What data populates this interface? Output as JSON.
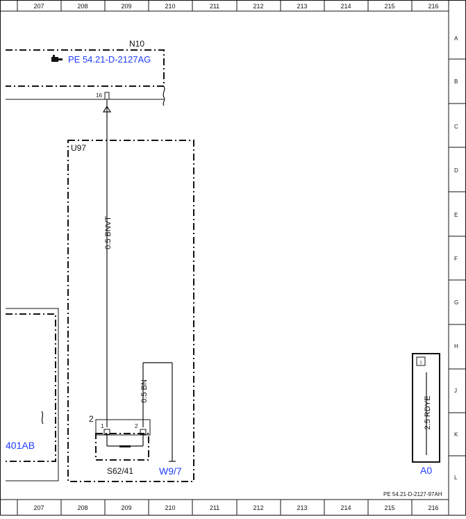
{
  "grid": {
    "columns": [
      "207",
      "208",
      "209",
      "210",
      "211",
      "212",
      "213",
      "214",
      "215",
      "216"
    ],
    "rows": [
      "A",
      "B",
      "C",
      "D",
      "E",
      "F",
      "G",
      "H",
      "J",
      "K",
      "L"
    ]
  },
  "components": {
    "n10": {
      "label": "N10",
      "link": "PE 54.21-D-2127AG",
      "pin": "16"
    },
    "u97": {
      "label": "U97"
    },
    "s62_41": {
      "label": "S62/41",
      "pin_group": "2",
      "pin_1": "1",
      "pin_2": "2"
    },
    "w9_7": {
      "label": "W9/7"
    },
    "left_partial": {
      "label": "401AB"
    },
    "a0": {
      "label": "A0",
      "info": "i"
    }
  },
  "wires": {
    "bnvt": "0.5 BNVT",
    "bn": "0.5 BN",
    "rdye": "2.5 RDYE"
  },
  "footer": {
    "doc_ref": "PE 54.21-D-2127-97AH"
  },
  "colors": {
    "line": "#111111",
    "link": "#1f3cff",
    "background": "#ffffff"
  },
  "icons": {
    "reference_pointer": "pointing-hand-icon",
    "info": "info-icon"
  }
}
